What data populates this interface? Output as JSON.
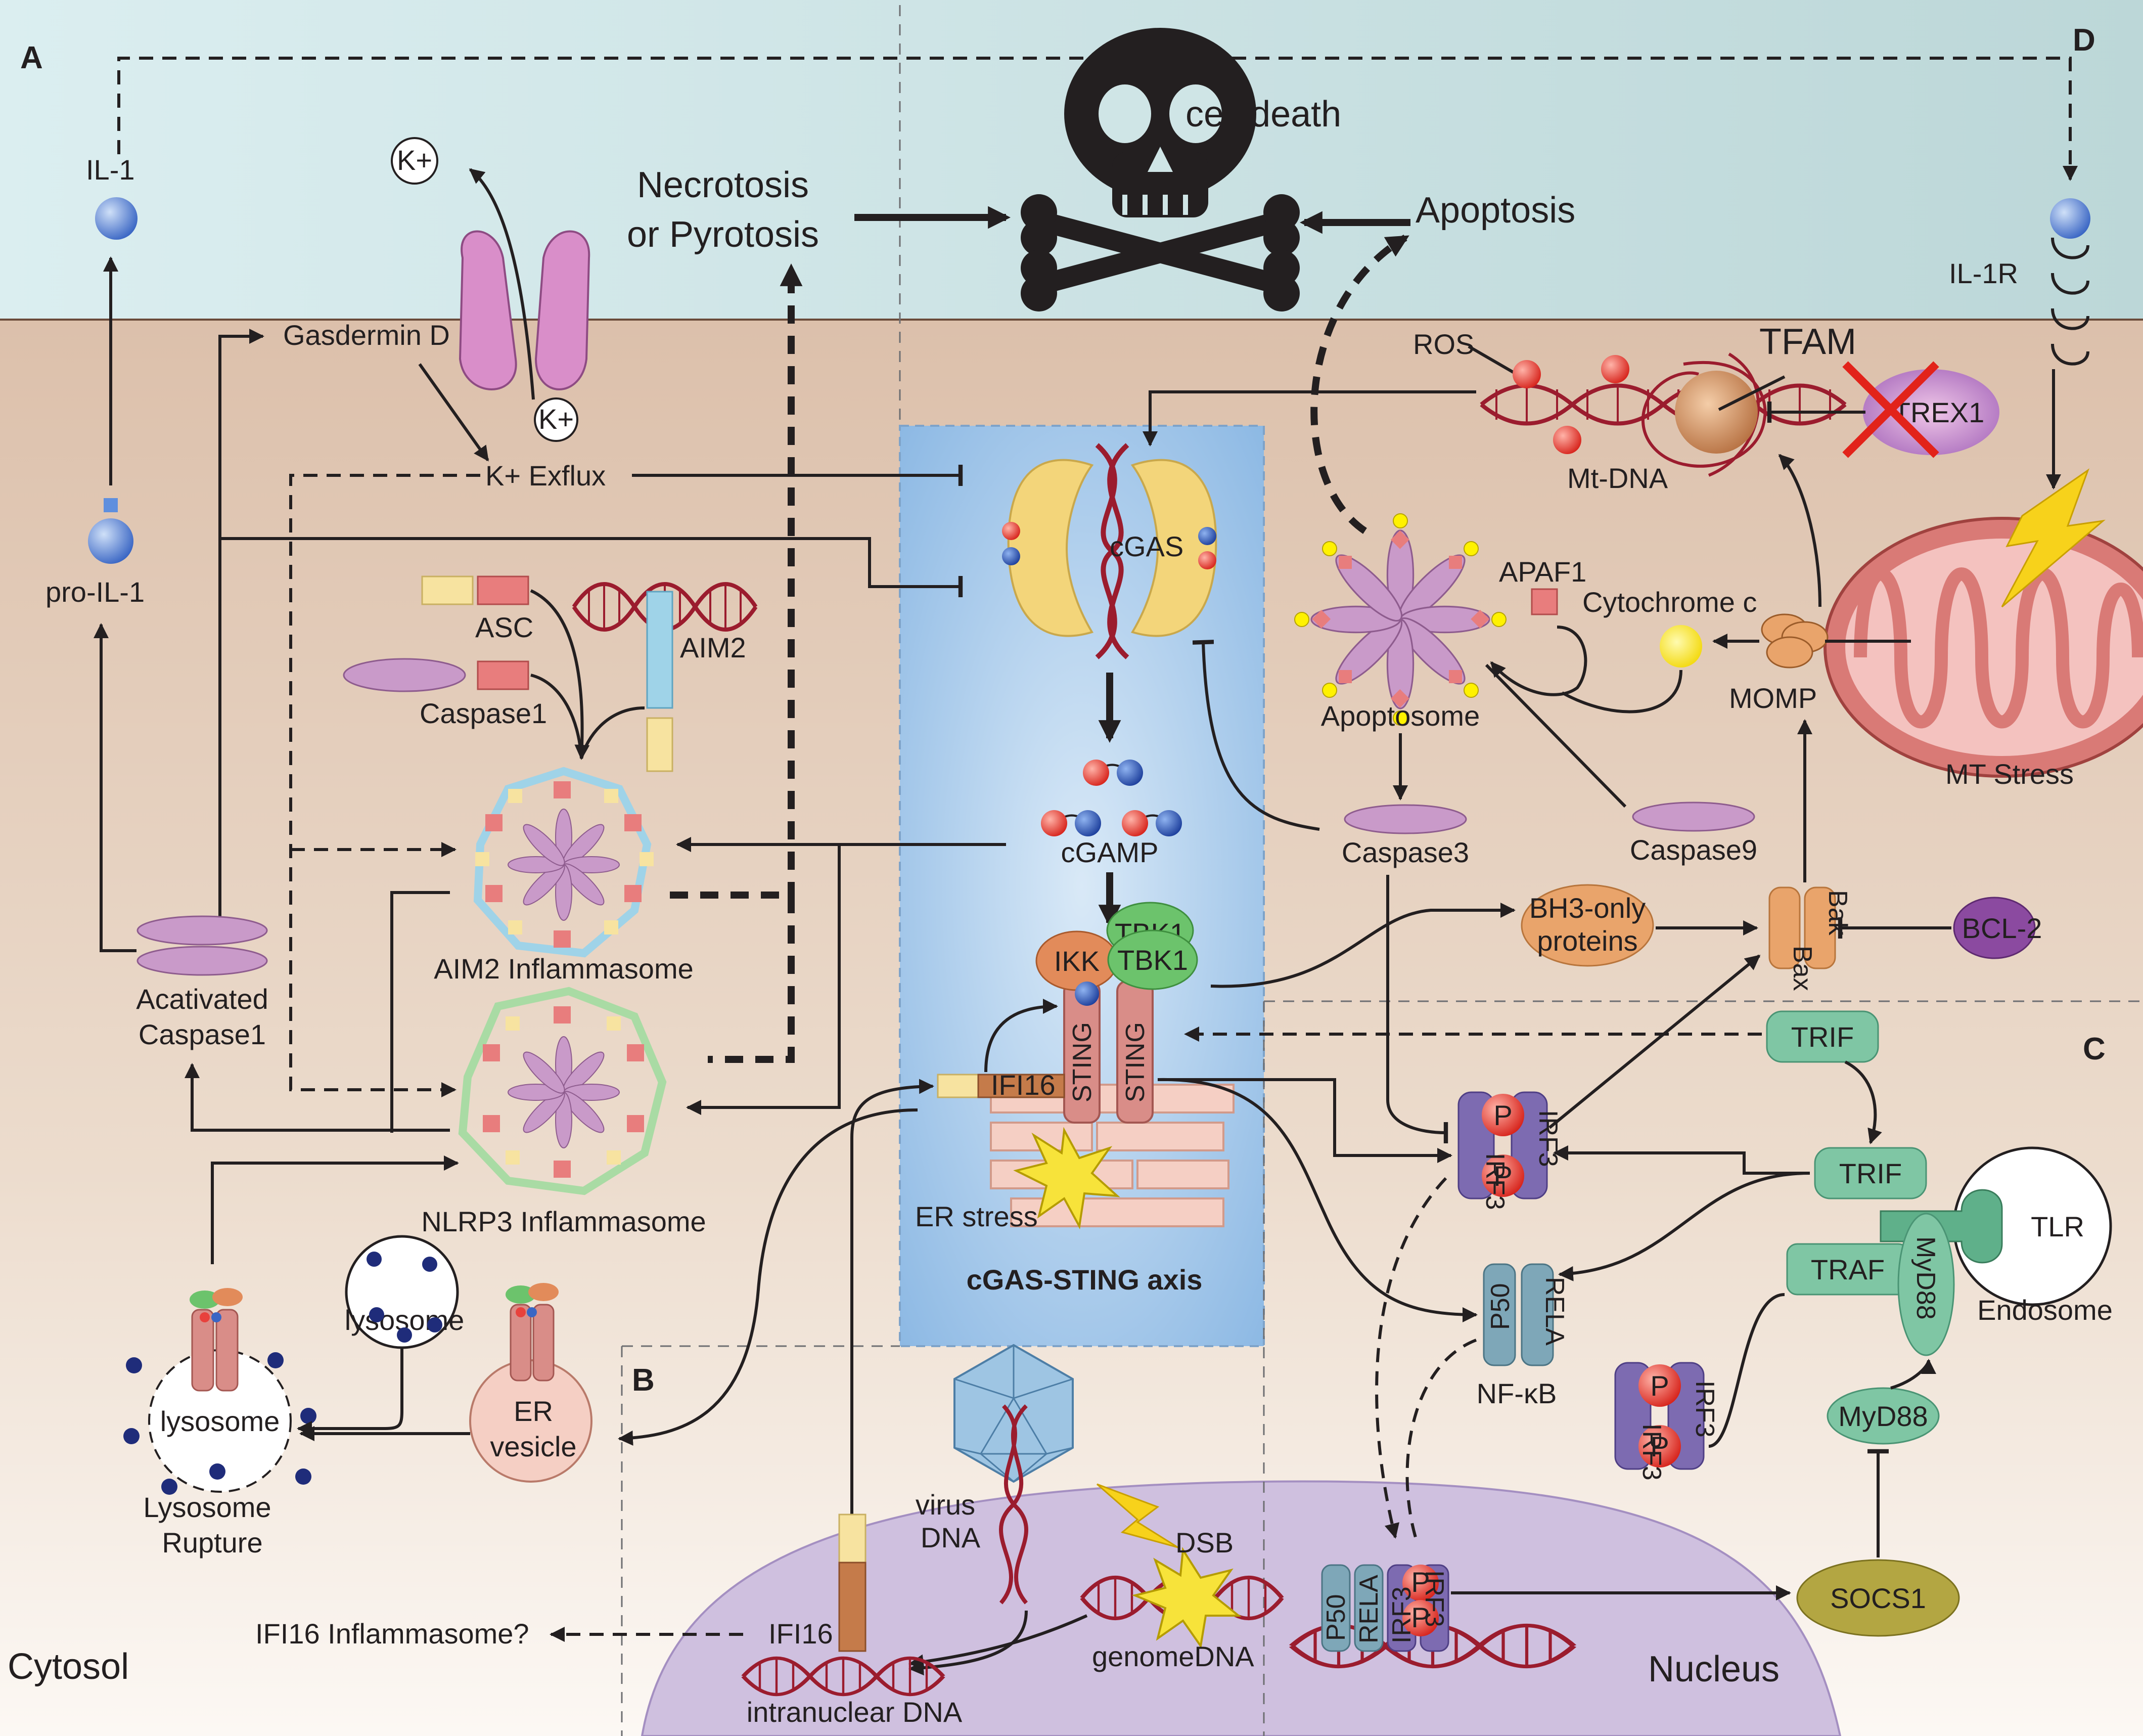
{
  "panels": {
    "a": "A",
    "b": "B",
    "c": "C",
    "d": "D"
  },
  "regions": {
    "cytosol": "Cytosol",
    "nucleus": "Nucleus",
    "axis_title": "cGAS-STING axis"
  },
  "labels": {
    "il1": "IL-1",
    "k_plus_top": "K+",
    "k_plus_channel": "K+",
    "necrotosis": "Necrotosis",
    "or_pyrotosis": "or Pyrotosis",
    "cell_death": "cell death",
    "apoptosis": "Apoptosis",
    "il1r": "IL-1R",
    "gasdermin_d": "Gasdermin D",
    "k_exflux": "K+ Exflux",
    "pro_il1": "pro-IL-1",
    "asc": "ASC",
    "aim2": "AIM2",
    "caspase1": "Caspase1",
    "aim2_inflammasome": "AIM2 Inflammasome",
    "nlrp3_inflammasome": "NLRP3 Inflammasome",
    "activated_caspase1_1": "Acativated",
    "activated_caspase1_2": "Caspase1",
    "cgas": "cGAS",
    "cgamp": "cGAMP",
    "ikk": "IKK",
    "tbk1_back": "TBK1",
    "tbk1": "TBK1",
    "sting": "STING",
    "ifi16_er": "IFI16",
    "er_stress": "ER stress",
    "ros": "ROS",
    "tfam": "TFAM",
    "trex1": "TREX1",
    "mt_dna": "Mt-DNA",
    "apaf1": "APAF1",
    "cytochrome_c": "Cytochrome c",
    "apoptosome": "Apoptosome",
    "momp": "MOMP",
    "mt_stress": "MT Stress",
    "caspase3": "Caspase3",
    "caspase9": "Caspase9",
    "bh3_1": "BH3-only",
    "bh3_2": "proteins",
    "bax": "Bax",
    "bak": "Bak",
    "bcl2": "BCL-2",
    "trif": "TRIF",
    "irf3": "IRF3",
    "p": "P",
    "tlr": "TLR",
    "traf": "TRAF",
    "myd88": "MyD88",
    "endosome": "Endosome",
    "p50": "P50",
    "rela": "RELA",
    "nfkb": "NF-κB",
    "socs1": "SOCS1",
    "lysosome": "lysosome",
    "lysosome_rupture_1": "Lysosome",
    "lysosome_rupture_2": "Rupture",
    "er_vesicle_1": "ER",
    "er_vesicle_2": "vesicle",
    "virus_dna_1": "virus",
    "virus_dna_2": "DNA",
    "dsb": "DSB",
    "genome_dna": "genomeDNA",
    "ifi16_nucleus": "IFI16",
    "ifi16_inflammasome": "IFI16 Inflammasome?",
    "intranuclear_dna": "intranuclear DNA"
  },
  "colors": {
    "extracellular": "#cfe5e6",
    "cytosol_top": "#dcc0ab",
    "cytosol_bottom": "#fbf6f2",
    "axis_box": "#a7c9ea",
    "nucleus": "#cfc0df",
    "caspase": "#c99ac9",
    "sting": "#d98d88",
    "tbk1": "#6cc36c",
    "ikk": "#e28b5a",
    "irf3": "#7d6bb1",
    "phospho": "#e8413c",
    "trif": "#7fc6a4",
    "dna": "#9b1c2e",
    "cgas": "#f3d57a",
    "socs1": "#b3a642",
    "bcl2": "#8b4aa0"
  }
}
